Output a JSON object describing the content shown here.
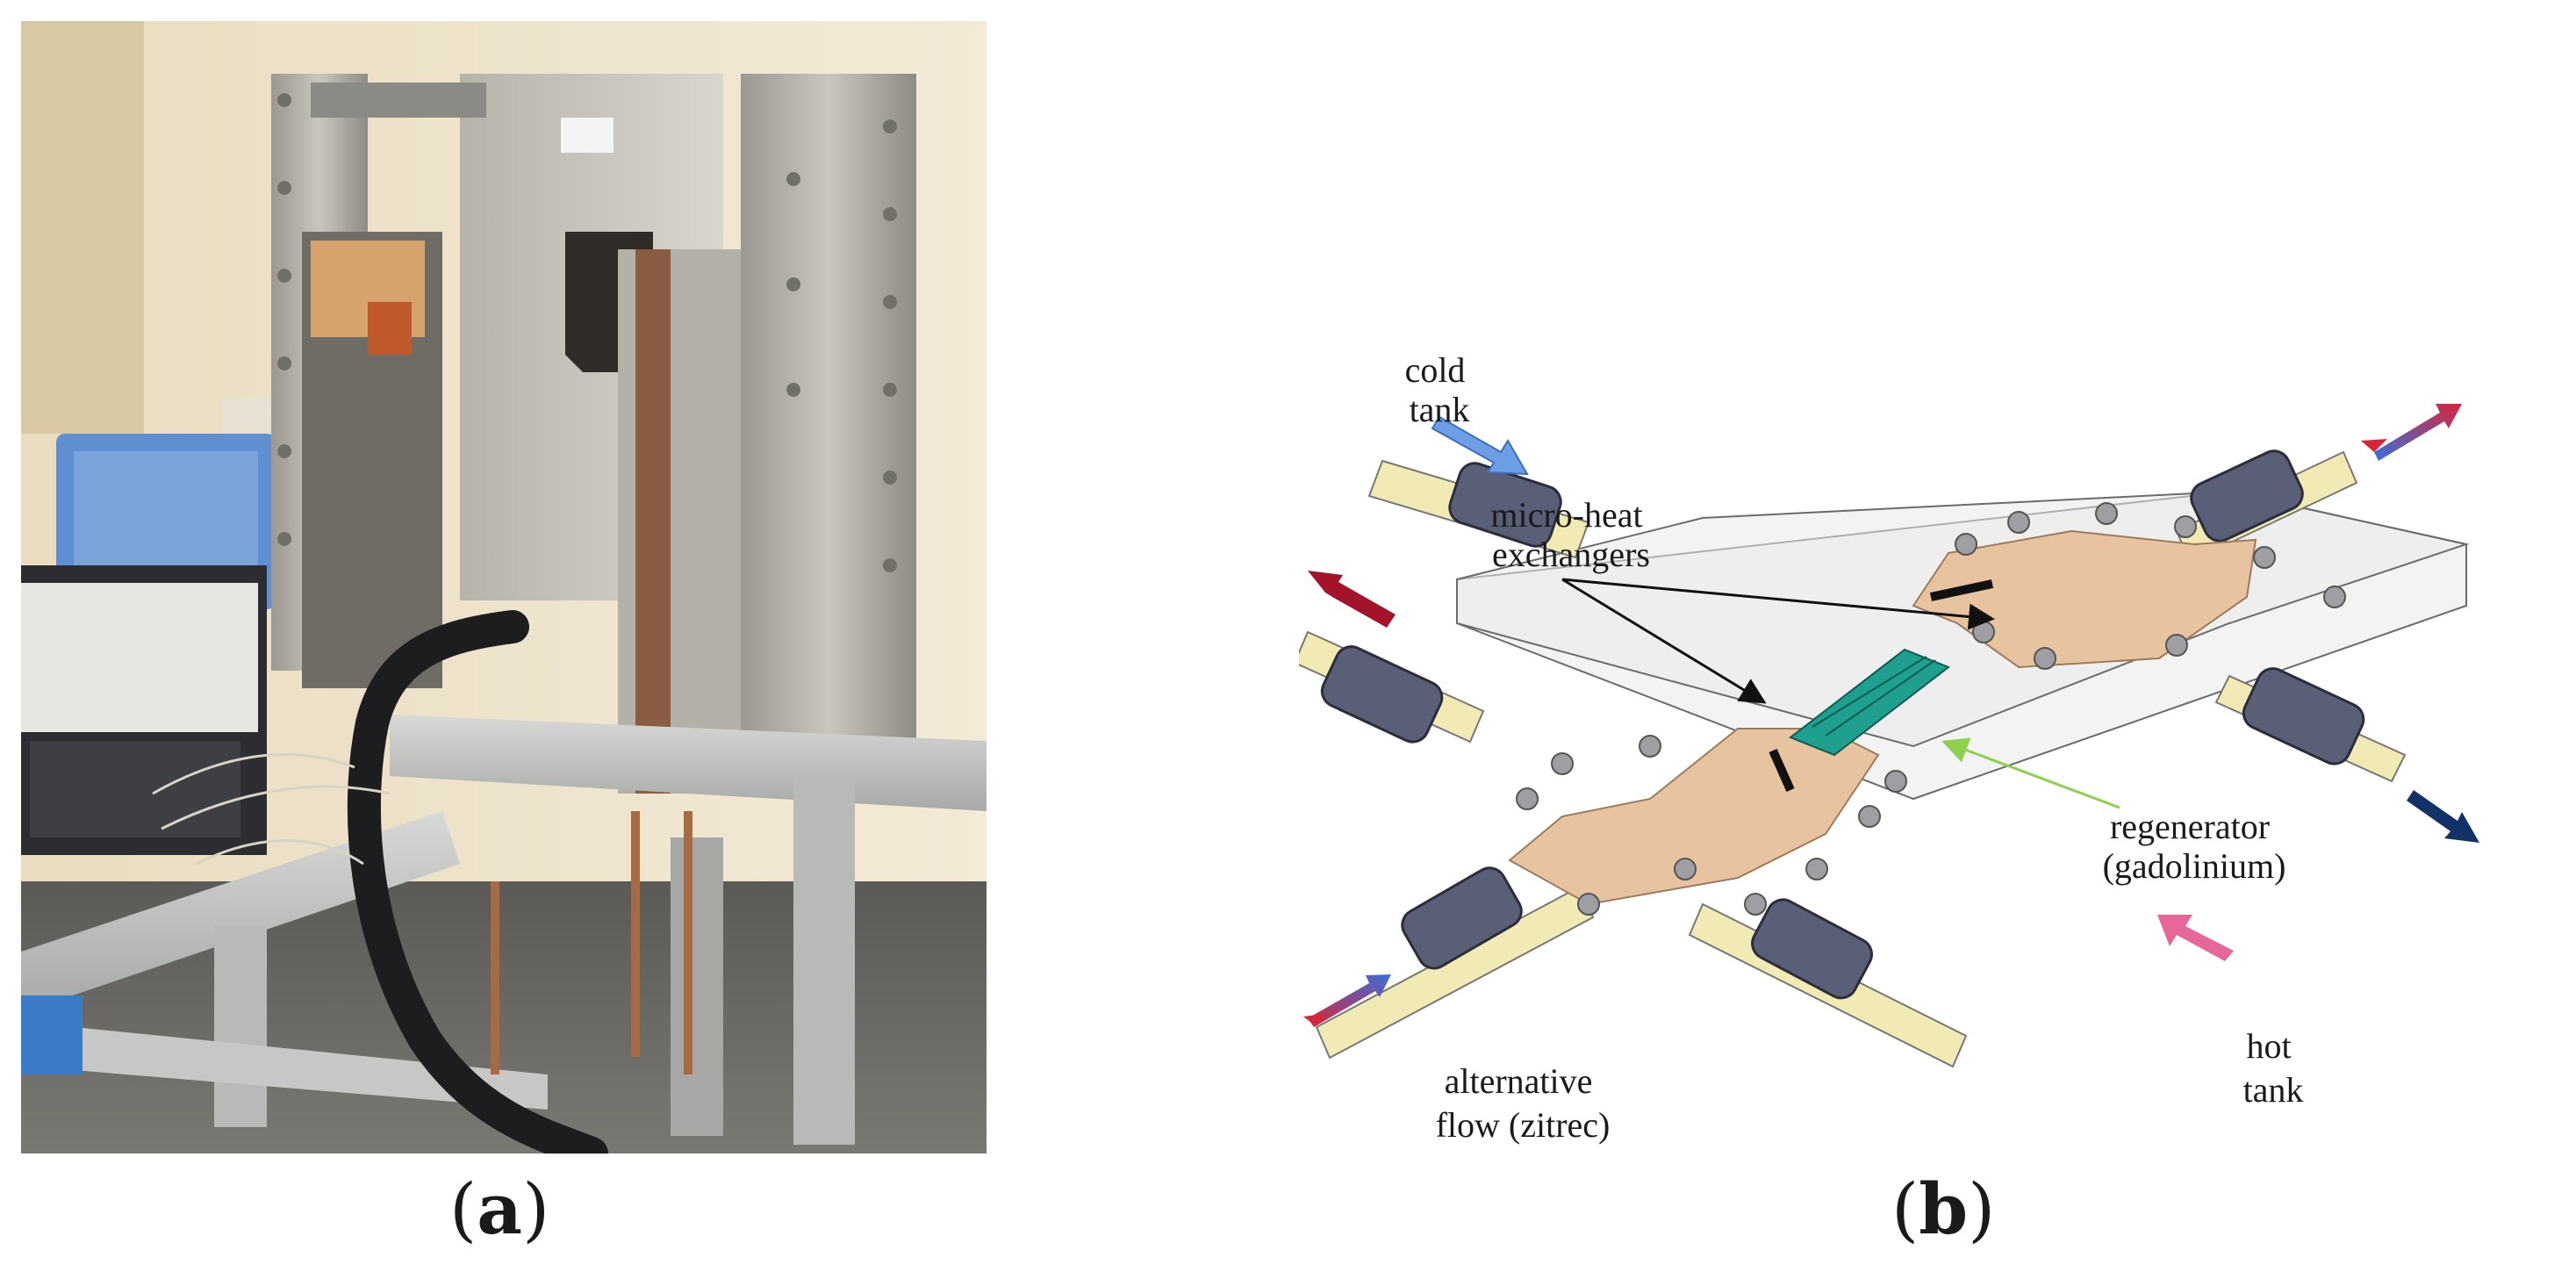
{
  "panels": {
    "a": {
      "caption_open": "(",
      "caption_letter": "a",
      "caption_close": ")"
    },
    "b": {
      "caption_open": "(",
      "caption_letter": "b",
      "caption_close": ")"
    }
  },
  "diagram": {
    "cold_tank": [
      "cold",
      "tank"
    ],
    "micro_heat": [
      "micro-heat",
      "exchangers"
    ],
    "regenerator": [
      "regenerator",
      "(gadolinium)"
    ],
    "hot_tank": [
      "hot",
      "tank"
    ],
    "alternative_flow": [
      "alternative",
      "flow (zitrec)"
    ]
  },
  "colors": {
    "copper": "#e8c3a0",
    "fitting": "#5a5f78",
    "tube": "#f2eab5",
    "cold_arrow": "#6d9fe6",
    "hot_arrow": "#e7679a",
    "dark_red_arrow": "#a3142a",
    "navy_arrow": "#123168",
    "regenerator_green": "#1fa08e",
    "pointer_green": "#8fd14f"
  }
}
